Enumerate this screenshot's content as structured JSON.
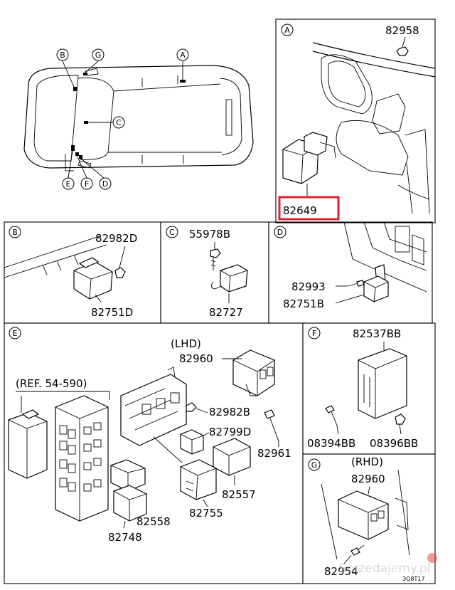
{
  "callout_letters": {
    "a": "A",
    "b": "B",
    "c": "C",
    "d": "D",
    "e": "E",
    "f": "F",
    "g": "G"
  },
  "panel_a": {
    "parts": {
      "screw": "82958",
      "highlighted_module": "82649"
    },
    "highlight_color": "#d9232d"
  },
  "panel_b": {
    "parts": {
      "clip": "82982D",
      "relay": "82751D"
    }
  },
  "panel_c": {
    "parts": {
      "bolt": "55978B",
      "relay": "82727"
    }
  },
  "panel_d": {
    "parts": {
      "screw": "82993",
      "relay": "82751B"
    }
  },
  "panel_e": {
    "lhd_label": "(LHD)",
    "ref_label": "(REF. 54-590)",
    "parts": {
      "flasher": "82960",
      "nut": "82982B",
      "relay_small": "82799D",
      "bolt": "82961",
      "relay_a": "82557",
      "relay_b": "82755",
      "relay_c": "82558",
      "relay_d": "82748"
    }
  },
  "panel_f": {
    "parts": {
      "module": "82537BB",
      "screw": "08394BB",
      "nut": "08396BB"
    }
  },
  "panel_g": {
    "rhd_label": "(RHD)",
    "parts": {
      "flasher": "82960",
      "screw": "82954"
    },
    "code": "3Q8T17"
  },
  "watermark": "Sprzedajemy.pl"
}
